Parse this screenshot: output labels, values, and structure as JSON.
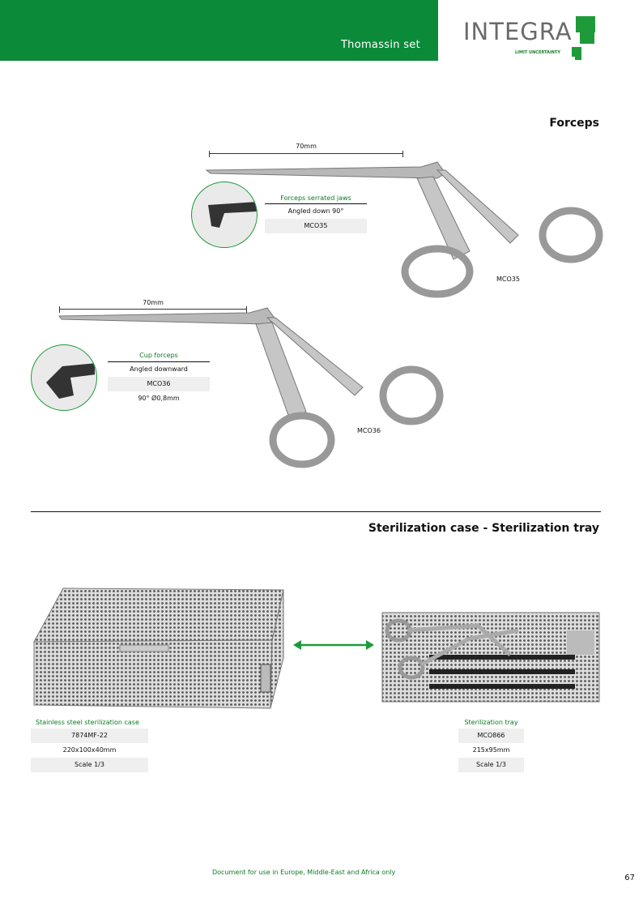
{
  "header": {
    "section": "Thomassin set",
    "logo_word": "INTEGRA",
    "logo_tagline": "LIMIT UNCERTAINTY"
  },
  "forceps": {
    "title": "Forceps",
    "items": [
      {
        "dimension": "70mm",
        "name": "Forceps serrated jaws",
        "angle": "Angled down 90°",
        "code": "MCO35",
        "label": "MCO35"
      },
      {
        "dimension": "70mm",
        "name": "Cup forceps",
        "angle": "Angled downward",
        "code": "MCO36",
        "size": "90° Ø0,8mm",
        "label": "MCO36"
      }
    ]
  },
  "sterilization": {
    "title": "Sterilization case - Sterilization tray",
    "case": {
      "name": "Stainless steel sterilization case",
      "code": "7874MF-22",
      "dims": "220x100x40mm",
      "scale": "Scale 1/3"
    },
    "tray": {
      "name": "Sterilization tray",
      "code": "MCO866",
      "dims": "215x95mm",
      "scale": "Scale 1/3"
    }
  },
  "footer": {
    "note": "Document for use in Europe, Middle-East and Africa only",
    "page": "67"
  },
  "colors": {
    "brand": "#0b8a3a"
  }
}
